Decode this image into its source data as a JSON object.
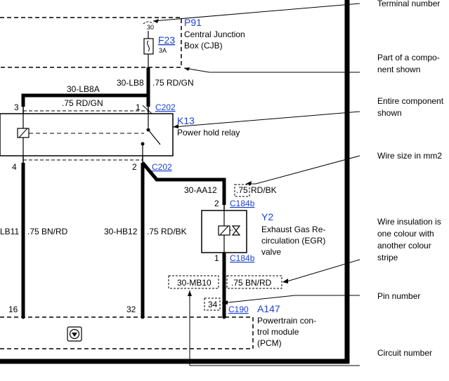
{
  "annotations": {
    "terminal_number": "Terminal number",
    "part_of_component": [
      "Part of a compo-",
      "nent shown"
    ],
    "entire_component": [
      "Entire component",
      "shown"
    ],
    "wire_size": "Wire size in mm2",
    "wire_insulation": [
      "Wire insulation is",
      "one colour with",
      "another colour",
      "stripe"
    ],
    "pin_number": "Pin number",
    "circuit_number": "Circuit number"
  },
  "components": {
    "p91": {
      "id": "P91",
      "desc": [
        "Central Junction",
        "Box (CJB)"
      ],
      "terminal": "30",
      "fuse_id": "F23",
      "fuse_rating": "3A"
    },
    "k13": {
      "id": "K13",
      "desc": "Power hold relay"
    },
    "y2": {
      "id": "Y2",
      "desc": [
        "Exhaust Gas Re-",
        "circulation (EGR)",
        "valve"
      ]
    },
    "a147": {
      "id": "A147",
      "desc": [
        "Powertrain con-",
        "trol module",
        "(PCM)"
      ]
    }
  },
  "wires": {
    "lb8a_circuit": "30-LB8A",
    "lb8a_spec": ".75 RD/GN",
    "lb8_circuit": "30-LB8",
    "lb8_spec": ".75 RD/GN",
    "lb11_circuit": "LB11",
    "lb11_spec": ".75 BN/RD",
    "hb12_circuit": "30-HB12",
    "hb12_spec": ".75 RD/BK",
    "aa12_circuit": "30-AA12",
    "aa12_size": ".75",
    "aa12_color": "RD/BK",
    "mb10_circuit": "30-MB10",
    "mb10_spec": ".75 BN/RD"
  },
  "connectors": {
    "c202_top": "C202",
    "c202_bottom": "C202",
    "c184b_top": "C184b",
    "c184b_bottom": "C184b",
    "c190": "C190"
  },
  "pins": {
    "k13_pin3": "3",
    "k13_pin1": "1",
    "k13_pin4": "4",
    "k13_pin2": "2",
    "y2_pin2": "2",
    "y2_pin1": "1",
    "pcm_pin16": "16",
    "pcm_pin32": "32",
    "pcm_pin34": "34"
  }
}
